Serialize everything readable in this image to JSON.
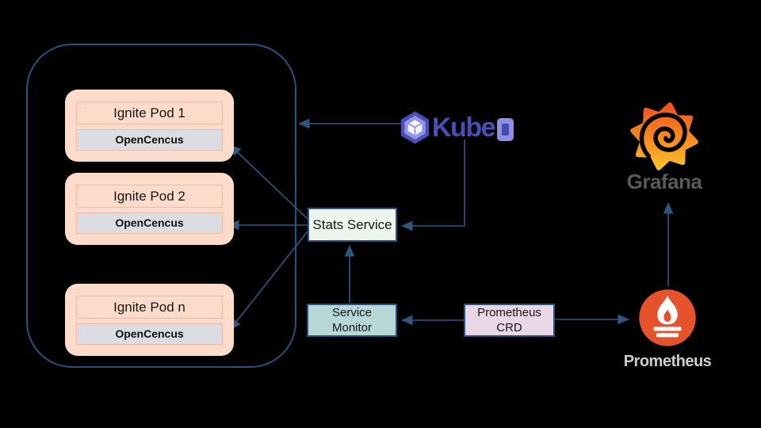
{
  "canvas": {
    "background": "#000000"
  },
  "connector_color": "#2c5884",
  "cluster": {
    "border_color": "#29527e",
    "pod_fill": "#fcdbca",
    "pod_inner_border": "#efb9a3",
    "component_fill": "#dcdde2",
    "pods": [
      {
        "title": "Ignite Pod 1",
        "component": "OpenCencus"
      },
      {
        "title": "Ignite Pod 2",
        "component": "OpenCencus"
      },
      {
        "title": "Ignite Pod n",
        "component": "OpenCencus"
      }
    ]
  },
  "nodes": {
    "stats_service": {
      "label": "Stats Service",
      "fill": "#edf5ec"
    },
    "service_monitor": {
      "line1": "Service",
      "line2": "Monitor",
      "fill": "#b7d8d6"
    },
    "prometheus_crd": {
      "line1": "Prometheus",
      "line2": "CRD",
      "fill": "#e9d7e6"
    }
  },
  "logos": {
    "kube": {
      "text": "Kube",
      "primary_color": "#4a4fb5",
      "secondary_color": "#8b90e6"
    },
    "grafana": {
      "label": "Grafana",
      "label_color": "#58595b",
      "flame_top": "#ef5224",
      "flame_bottom": "#fbc02d"
    },
    "prometheus": {
      "label": "Prometheus",
      "brand_color": "#e6522c",
      "label_color": "#cdcdcd"
    }
  }
}
